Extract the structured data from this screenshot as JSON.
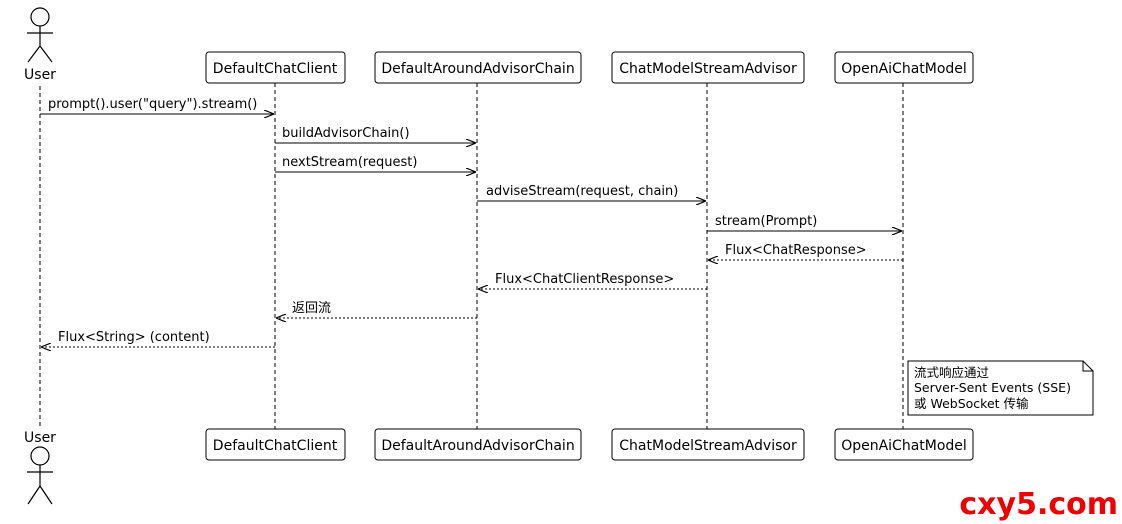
{
  "actors": {
    "user_top": "User",
    "user_bottom": "User"
  },
  "participants": [
    {
      "id": "client",
      "label": "DefaultChatClient"
    },
    {
      "id": "chain",
      "label": "DefaultAroundAdvisorChain"
    },
    {
      "id": "advisor",
      "label": "ChatModelStreamAdvisor"
    },
    {
      "id": "model",
      "label": "OpenAiChatModel"
    }
  ],
  "messages": [
    {
      "from": "user",
      "to": "client",
      "label": "prompt().user(\"query\").stream()",
      "style": "sync"
    },
    {
      "from": "client",
      "to": "chain",
      "label": "buildAdvisorChain()",
      "style": "sync"
    },
    {
      "from": "client",
      "to": "chain",
      "label": "nextStream(request)",
      "style": "sync"
    },
    {
      "from": "chain",
      "to": "advisor",
      "label": "adviseStream(request, chain)",
      "style": "sync"
    },
    {
      "from": "advisor",
      "to": "model",
      "label": "stream(Prompt)",
      "style": "sync"
    },
    {
      "from": "model",
      "to": "advisor",
      "label": "Flux<ChatResponse>",
      "style": "return"
    },
    {
      "from": "advisor",
      "to": "chain",
      "label": "Flux<ChatClientResponse>",
      "style": "return"
    },
    {
      "from": "chain",
      "to": "client",
      "label": "返回流",
      "style": "return"
    },
    {
      "from": "client",
      "to": "user",
      "label": "Flux<String> (content)",
      "style": "return"
    }
  ],
  "note": {
    "line1": "流式响应通过",
    "line2": "Server-Sent Events (SSE)",
    "line3": "或 WebSocket 传输"
  },
  "watermark": "cxy5.com"
}
